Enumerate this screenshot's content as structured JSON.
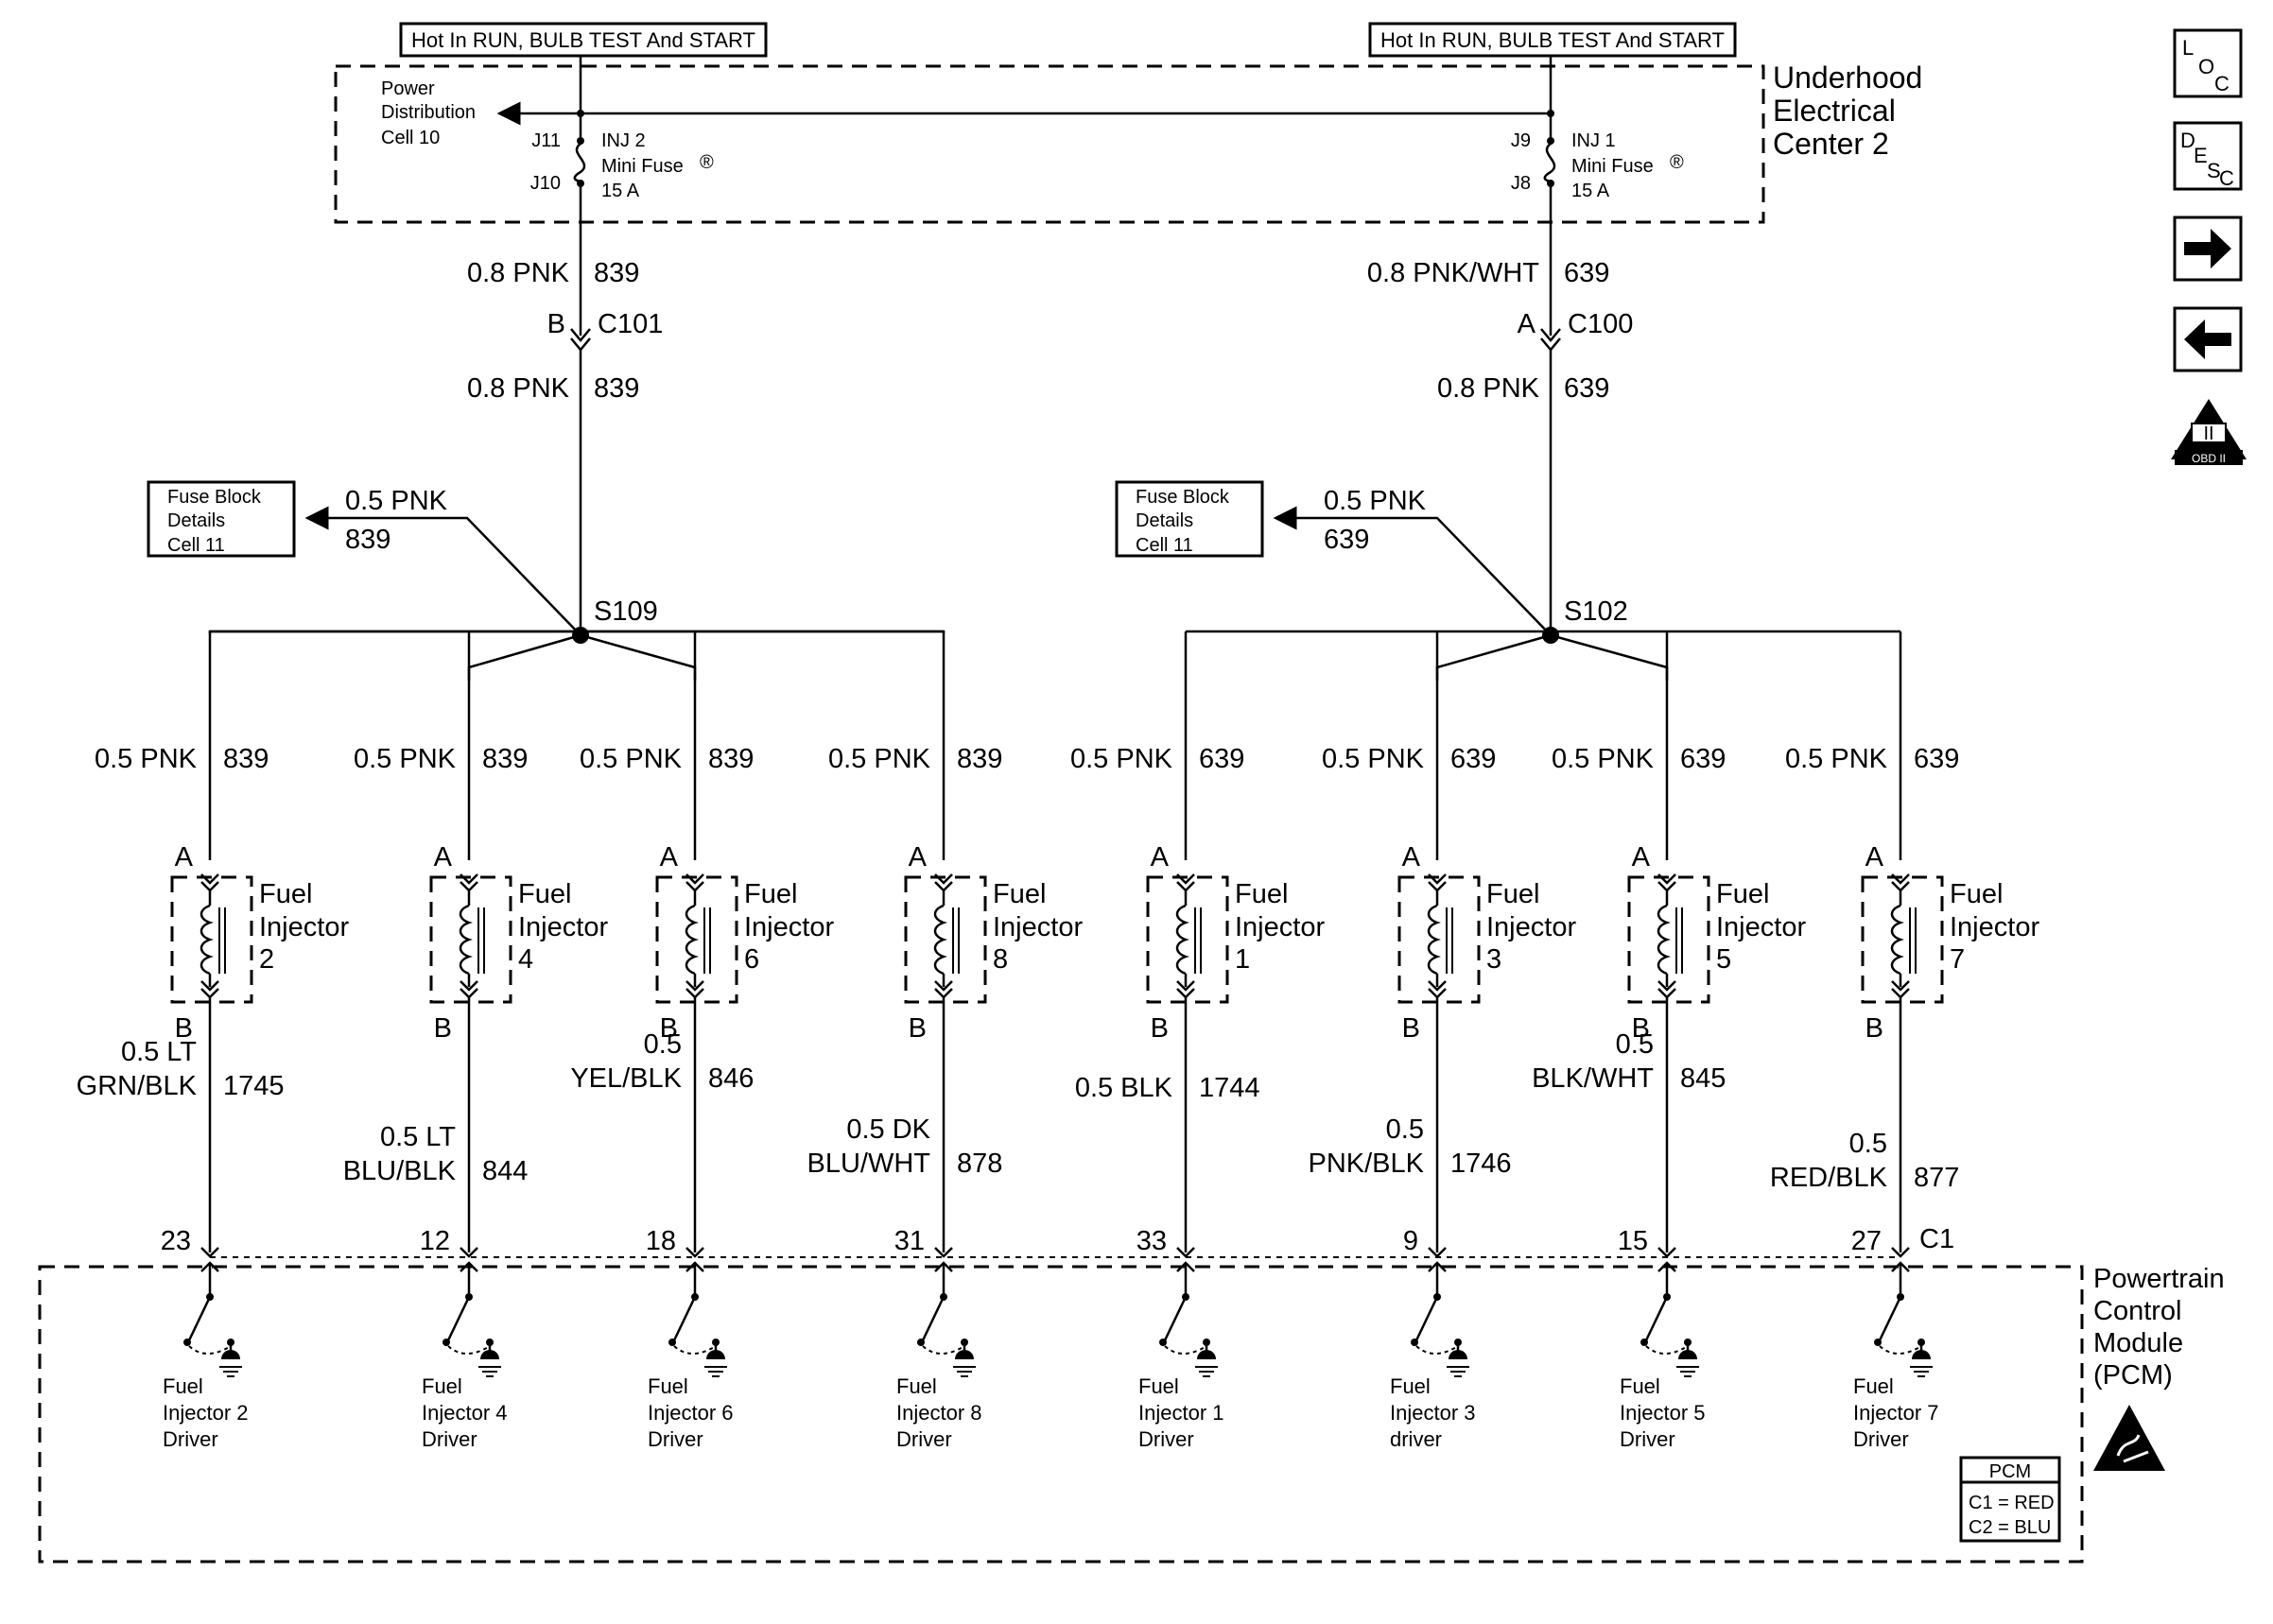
{
  "hot_labels": [
    "Hot In RUN, BULB TEST And START",
    "Hot In RUN, BULB TEST And START"
  ],
  "underhood": [
    "Underhood",
    "Electrical",
    "Center  2"
  ],
  "power_dist": [
    "Power",
    "Distribution",
    "Cell 10"
  ],
  "fuses": [
    {
      "top_pin": "J11",
      "bottom_pin": "J10",
      "lines": [
        "INJ 2",
        "Mini Fuse",
        "15 A"
      ],
      "reg": "®"
    },
    {
      "top_pin": "J9",
      "bottom_pin": "J8",
      "lines": [
        "INJ 1",
        "Mini Fuse",
        "15 A"
      ],
      "reg": "®"
    }
  ],
  "main_wires": [
    {
      "upper_color": "0.8 PNK",
      "upper_circuit": "839",
      "pin": "B",
      "connector": "C101",
      "lower_color": "0.8 PNK",
      "lower_circuit": "839",
      "fuse_block": [
        "Fuse Block",
        "Details",
        "Cell 11"
      ],
      "branch_color": "0.5 PNK",
      "branch_circuit": "839",
      "splice": "S109"
    },
    {
      "upper_color": "0.8 PNK/WHT",
      "upper_circuit": "639",
      "pin": "A",
      "connector": "C100",
      "lower_color": "0.8 PNK",
      "lower_circuit": "639",
      "fuse_block": [
        "Fuse Block",
        "Details",
        "Cell 11"
      ],
      "branch_color": "0.5 PNK",
      "branch_circuit": "639",
      "splice": "S102"
    }
  ],
  "injectors": [
    {
      "feed_color": "0.5 PNK",
      "feed_circuit": "839",
      "pin_a": "A",
      "pin_b": "B",
      "name": [
        "Fuel",
        "Injector",
        "2"
      ],
      "out_color": [
        "0.5 LT",
        "GRN/BLK"
      ],
      "out_circuit": "1745",
      "pcm_pin": "23",
      "driver": [
        "Fuel",
        "Injector  2",
        "Driver"
      ]
    },
    {
      "feed_color": "0.5 PNK",
      "feed_circuit": "839",
      "pin_a": "A",
      "pin_b": "B",
      "name": [
        "Fuel",
        "Injector",
        "4"
      ],
      "out_color": [
        "0.5 LT",
        "BLU/BLK"
      ],
      "out_circuit": "844",
      "pcm_pin": "12",
      "driver": [
        "Fuel",
        "Injector  4",
        "Driver"
      ]
    },
    {
      "feed_color": "0.5 PNK",
      "feed_circuit": "839",
      "pin_a": "A",
      "pin_b": "B",
      "name": [
        "Fuel",
        "Injector",
        "6"
      ],
      "out_color": [
        "0.5",
        "YEL/BLK"
      ],
      "out_circuit": "846",
      "pcm_pin": "18",
      "driver": [
        "Fuel",
        "Injector  6",
        "Driver"
      ]
    },
    {
      "feed_color": "0.5 PNK",
      "feed_circuit": "839",
      "pin_a": "A",
      "pin_b": "B",
      "name": [
        "Fuel",
        "Injector",
        "8"
      ],
      "out_color": [
        "0.5 DK",
        "BLU/WHT"
      ],
      "out_circuit": "878",
      "pcm_pin": "31",
      "driver": [
        "Fuel",
        "Injector  8",
        "Driver"
      ]
    },
    {
      "feed_color": "0.5 PNK",
      "feed_circuit": "639",
      "pin_a": "A",
      "pin_b": "B",
      "name": [
        "Fuel",
        "Injector",
        "1"
      ],
      "out_color": [
        "",
        "0.5 BLK"
      ],
      "out_circuit": "1744",
      "pcm_pin": "33",
      "driver": [
        "Fuel",
        "Injector  1",
        "Driver"
      ]
    },
    {
      "feed_color": "0.5 PNK",
      "feed_circuit": "639",
      "pin_a": "A",
      "pin_b": "B",
      "name": [
        "Fuel",
        "Injector",
        "3"
      ],
      "out_color": [
        "0.5",
        "PNK/BLK"
      ],
      "out_circuit": "1746",
      "pcm_pin": "9",
      "driver": [
        "Fuel",
        "Injector  3",
        "driver"
      ]
    },
    {
      "feed_color": "0.5 PNK",
      "feed_circuit": "639",
      "pin_a": "A",
      "pin_b": "B",
      "name": [
        "Fuel",
        "Injector",
        "5"
      ],
      "out_color": [
        "0.5",
        "BLK/WHT"
      ],
      "out_circuit": "845",
      "pcm_pin": "15",
      "driver": [
        "Fuel",
        "Injector  5",
        "Driver"
      ]
    },
    {
      "feed_color": "0.5 PNK",
      "feed_circuit": "639",
      "pin_a": "A",
      "pin_b": "B",
      "name": [
        "Fuel",
        "Injector",
        "7"
      ],
      "out_color": [
        "0.5",
        "RED/BLK"
      ],
      "out_circuit": "877",
      "pcm_pin": "27",
      "driver": [
        "Fuel",
        "Injector  7",
        "Driver"
      ]
    }
  ],
  "pcm_connector": "C1",
  "pcm_label": [
    "Powertrain",
    "Control",
    "Module",
    "(PCM)"
  ],
  "pcm_legend": [
    "PCM",
    "C1 = RED",
    "C2 = BLU"
  ],
  "side_icons": {
    "loc": [
      "L",
      "O",
      "C"
    ],
    "desc": [
      "D",
      "E",
      "S",
      "C"
    ],
    "obd": [
      "II",
      "OBD II"
    ],
    "forward_icon": "arrow-right",
    "back_icon": "arrow-left"
  }
}
